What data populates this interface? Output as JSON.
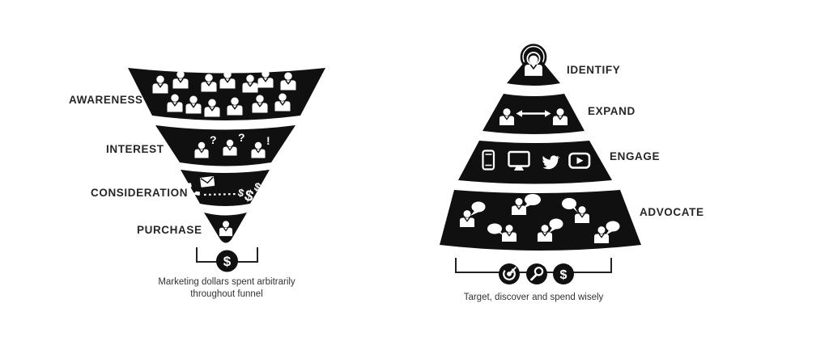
{
  "left_funnel": {
    "stages": [
      {
        "label": "AWARENESS"
      },
      {
        "label": "INTEREST"
      },
      {
        "label": "CONSIDERATION"
      },
      {
        "label": "PURCHASE"
      }
    ],
    "interest_markers": [
      "?",
      "?",
      "!"
    ],
    "consideration_dollars": [
      "$",
      "$",
      "$"
    ],
    "spend_symbol": "$",
    "caption": [
      "Marketing dollars spent arbitrarily",
      "throughout funnel"
    ],
    "icons": [
      "crowd-people-icon",
      "questioning-people-icon",
      "phone-icon",
      "envelope-icon",
      "dollar-signs-icon",
      "single-buyer-icon",
      "dollar-circle-icon"
    ]
  },
  "right_funnel": {
    "stages": [
      {
        "label": "IDENTIFY"
      },
      {
        "label": "EXPAND"
      },
      {
        "label": "ENGAGE"
      },
      {
        "label": "ADVOCATE"
      }
    ],
    "spend_symbol": "$",
    "caption": [
      "Target, discover and spend wisely"
    ],
    "icons": [
      "broadcast-person-icon",
      "two-people-arrow-icon",
      "smartphone-icon",
      "monitor-icon",
      "twitter-bird-icon",
      "video-play-icon",
      "speech-bubble-people-icon",
      "target-icon",
      "magnifier-icon",
      "dollar-circle-icon"
    ]
  },
  "colors": {
    "ink": "#101010",
    "label_text": "#262626",
    "caption_text": "#333333",
    "background": "#ffffff"
  }
}
